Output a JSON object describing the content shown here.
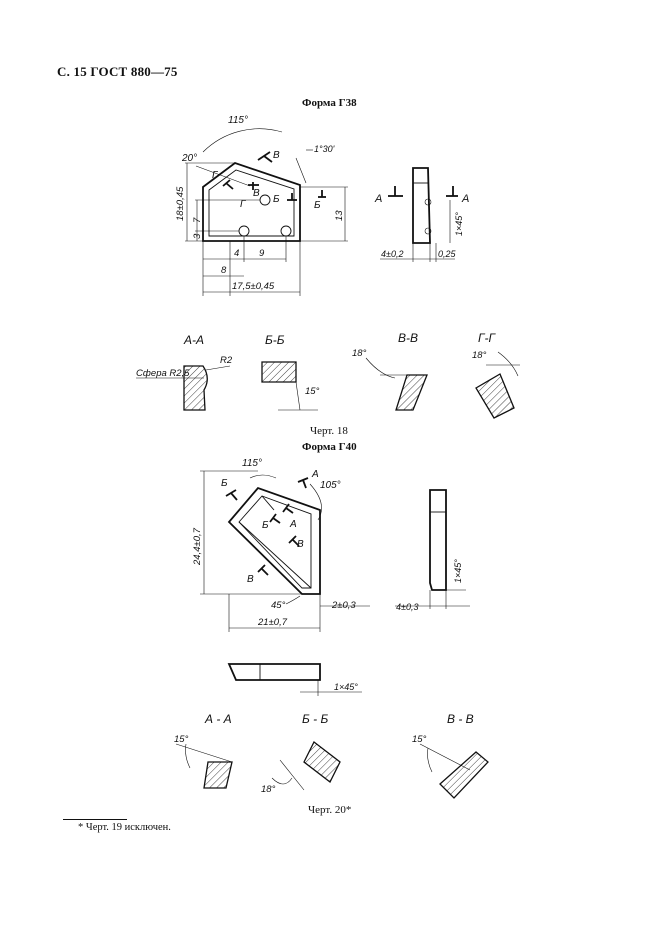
{
  "header": {
    "text": "С. 15 ГОСТ 880—75"
  },
  "figure_g38": {
    "title": "Форма Г38",
    "caption": "Черт. 18",
    "dims": {
      "angle_top": "115°",
      "angle_left": "20°",
      "angle_right": "1°30'",
      "height_left": "18±0,45",
      "d7": "7",
      "d3": "3",
      "d4": "4",
      "d9": "9",
      "d8": "8",
      "width": "17,5±0,45",
      "height_right": "13",
      "thick": "4±0,2",
      "chamfer": "1×45°",
      "small": "0,25"
    },
    "section_marks": {
      "a": "А",
      "b": "Б",
      "v": "В",
      "g": "Г"
    },
    "sections": {
      "aa": {
        "title": "А-А",
        "sphere": "Сфера R2,5",
        "r": "R2"
      },
      "bb": {
        "title": "Б-Б",
        "angle": "15°"
      },
      "vv": {
        "title": "В-В",
        "angle": "18°"
      },
      "gg": {
        "title": "Г-Г",
        "angle": "18°"
      }
    }
  },
  "figure_g40": {
    "title": "Форма Г40",
    "caption": "Черт. 20*",
    "dims": {
      "angle_top": "115°",
      "angle_right": "105°",
      "height": "24,4±0,7",
      "angle_bottom": "45°",
      "offset": "2±0,3",
      "width": "21±0,7",
      "thick": "4±0,3",
      "chamfer_side": "1×45°",
      "chamfer_bottom": "1×45°"
    },
    "section_marks": {
      "a": "А",
      "b": "Б",
      "v": "В"
    },
    "sections": {
      "aa": {
        "title": "А - А",
        "angle": "15°"
      },
      "bb": {
        "title": "Б - Б",
        "angle": "18°"
      },
      "vv": {
        "title": "В - В",
        "angle": "15°"
      }
    }
  },
  "footnote": {
    "text": "*  Черт. 19 исключен."
  }
}
